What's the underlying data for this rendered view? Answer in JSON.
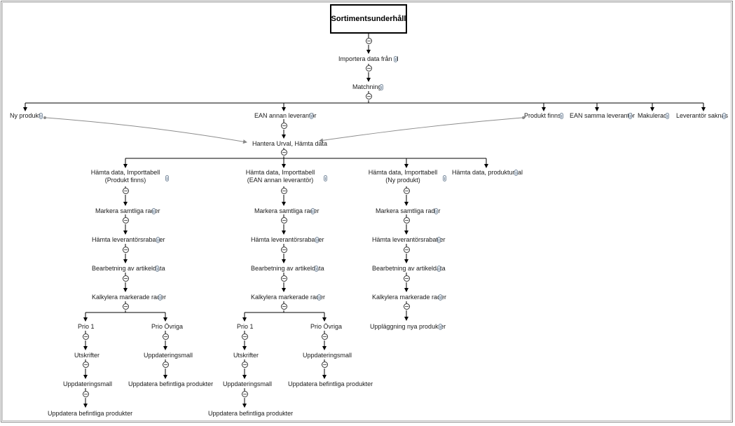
{
  "root": "Sortimentsunderhåll",
  "top": {
    "import": "Importera data från fil",
    "matchning": "Matchning"
  },
  "cases": {
    "ny_produkt": "Ny produkt",
    "ean_annan": "EAN annan leverantör",
    "produkt_finns": "Produkt finns",
    "ean_samma": "EAN samma leverantör",
    "makulerad": "Makulerad",
    "leverantor_saknas": "Leverantör saknas"
  },
  "hantera": "Hantera Urval, Hämta data",
  "col1": {
    "head": "Hämta data, Importtabell (Produkt finns)",
    "steps": [
      "Markera samtliga rader",
      "Hämta leverantörsrabatter",
      "Bearbetning av artikeldata",
      "Kalkylera markerade rader"
    ],
    "prio1": "Prio 1",
    "prio_ovriga": "Prio Övriga",
    "utskrifter": "Utskrifter",
    "mall_a": "Uppdateringsmall",
    "befintliga_a": "Uppdatera befintliga produkter",
    "mall_b": "Uppdateringsmall",
    "befintliga_b": "Uppdatera befintliga produkter"
  },
  "col2": {
    "head": "Hämta data, Importtabell (EAN annan leverantör)",
    "steps": [
      "Markera samtliga rader",
      "Hämta leverantörsrabatter",
      "Bearbetning av artikeldata",
      "Kalkylera markerade rader"
    ],
    "prio1": "Prio 1",
    "prio_ovriga": "Prio Övriga",
    "utskrifter": "Utskrifter",
    "mall_a": "Uppdateringsmall",
    "befintliga_a": "Uppdatera befintliga produkter",
    "mall_b": "Uppdateringsmall",
    "befintliga_b": "Uppdatera befintliga produkter"
  },
  "col3": {
    "head": "Hämta data, Importtabell (Ny produkt)",
    "steps": [
      "Markera samtliga rader",
      "Hämta leverantörsrabatter",
      "Bearbetning av artikeldata",
      "Kalkylera markerade rader",
      "Uppläggning nya produkter"
    ]
  },
  "col4": {
    "head": "Hämta data, produkturval"
  }
}
